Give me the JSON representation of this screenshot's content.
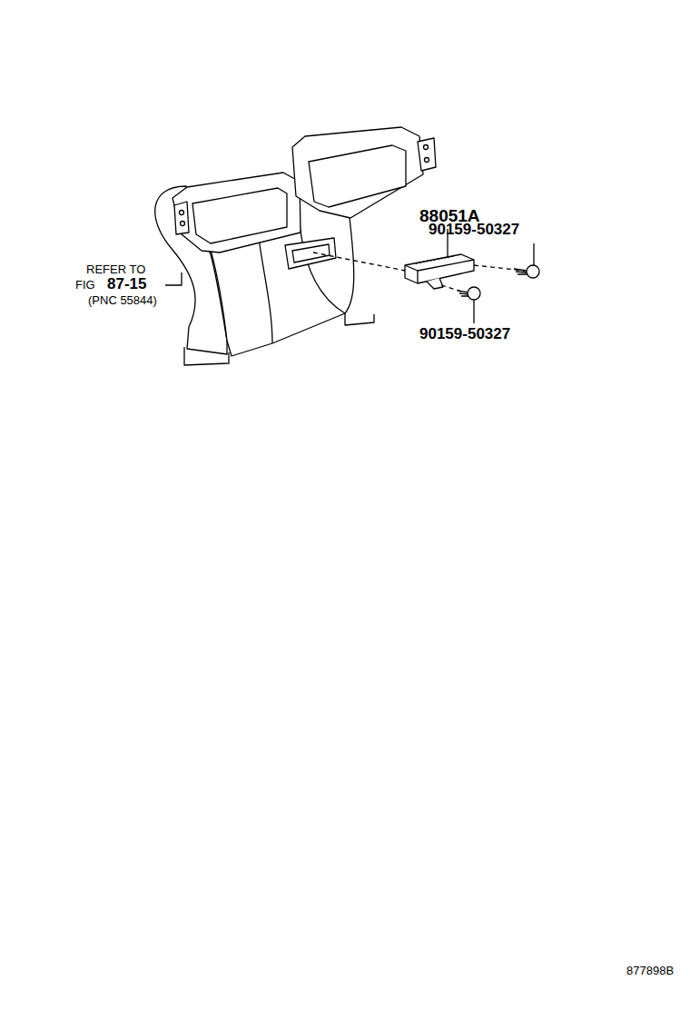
{
  "diagram": {
    "labels": [
      "REFER TO",
      "FIG",
      "87-15",
      "(PNC 55844)",
      "88051A",
      "90159-50327",
      "90159-50327",
      "877898B"
    ]
  }
}
